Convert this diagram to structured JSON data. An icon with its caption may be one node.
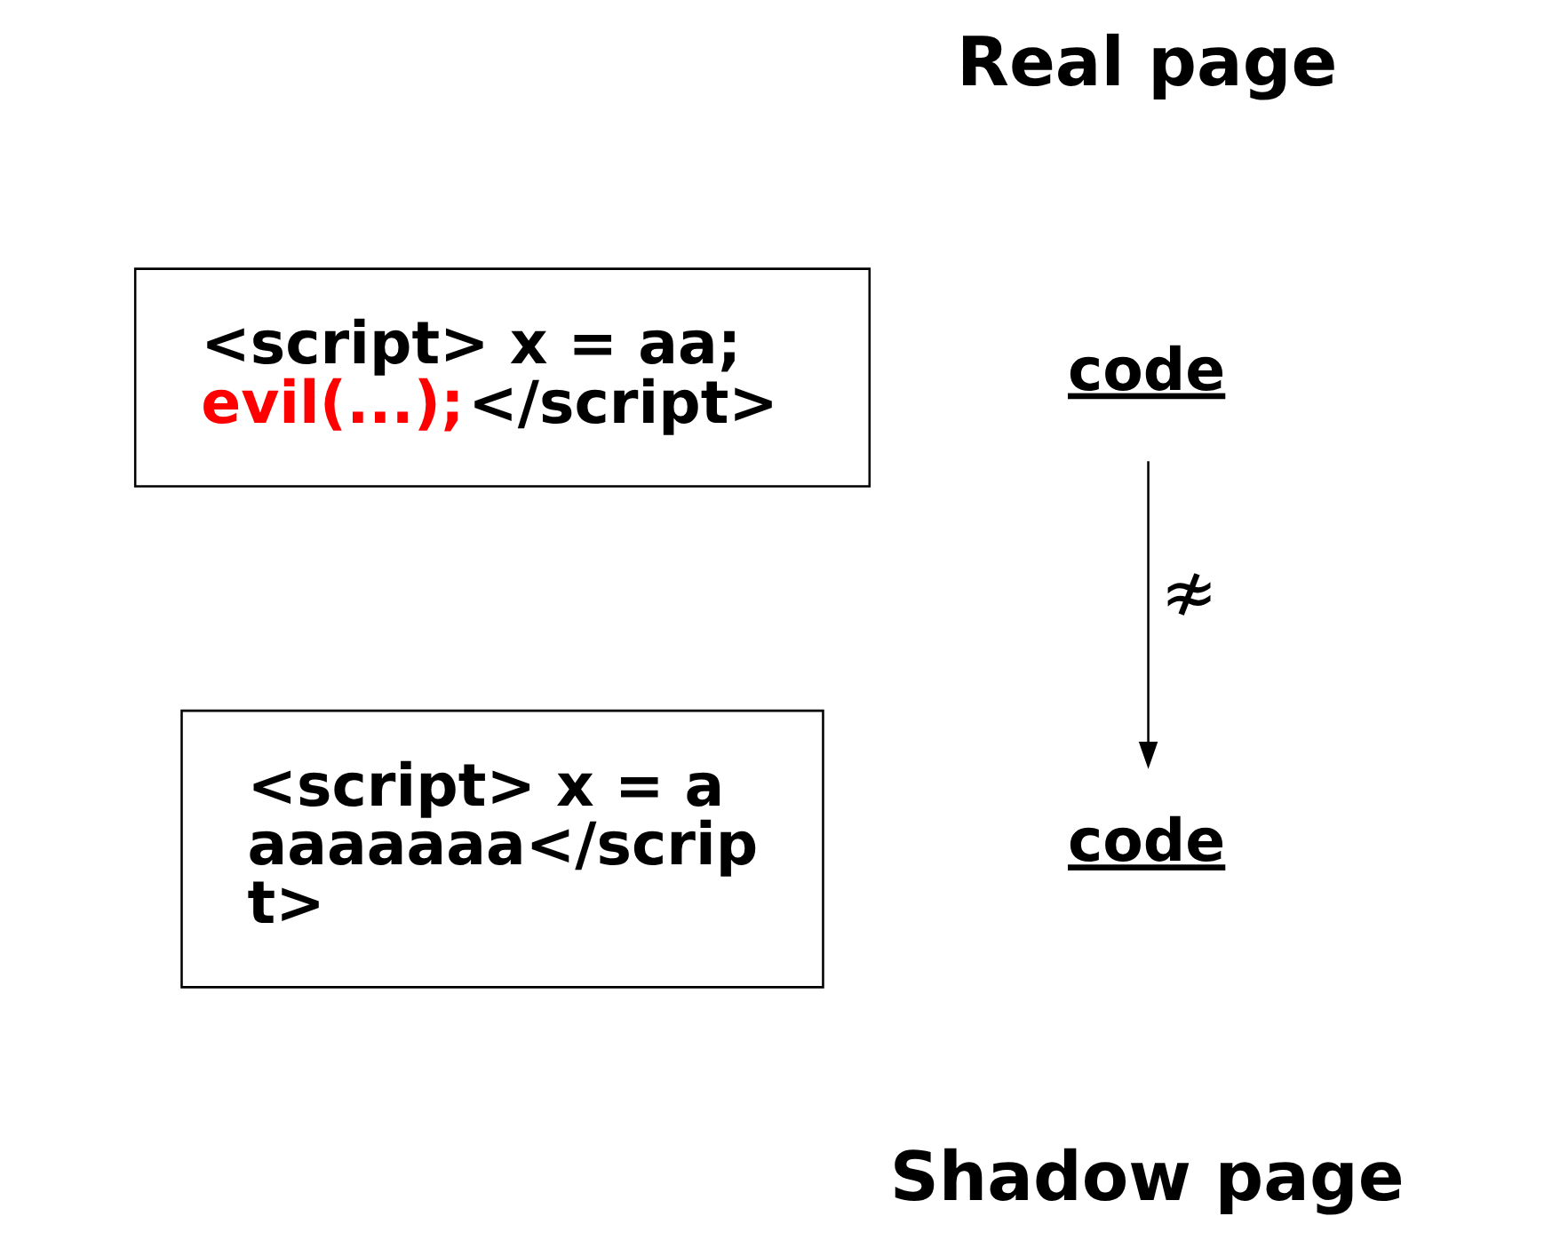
{
  "diagram": {
    "nodes": [
      {
        "text": [
          "<script> x = aa;",
          "evil(...);",
          "</script>"
        ],
        "beside": [
          "Real page"
        ]
      },
      {
        "text": [
          "<script> x = aaaaaaaa</script>"
        ],
        "beside": [
          "Shadow page"
        ]
      },
      {
        "text": [
          "code"
        ]
      },
      {
        "text": [
          "code"
        ]
      }
    ],
    "edges": [
      {
        "from": 2,
        "to": 3,
        "arrow": "to",
        "label": "≉"
      }
    ]
  }
}
